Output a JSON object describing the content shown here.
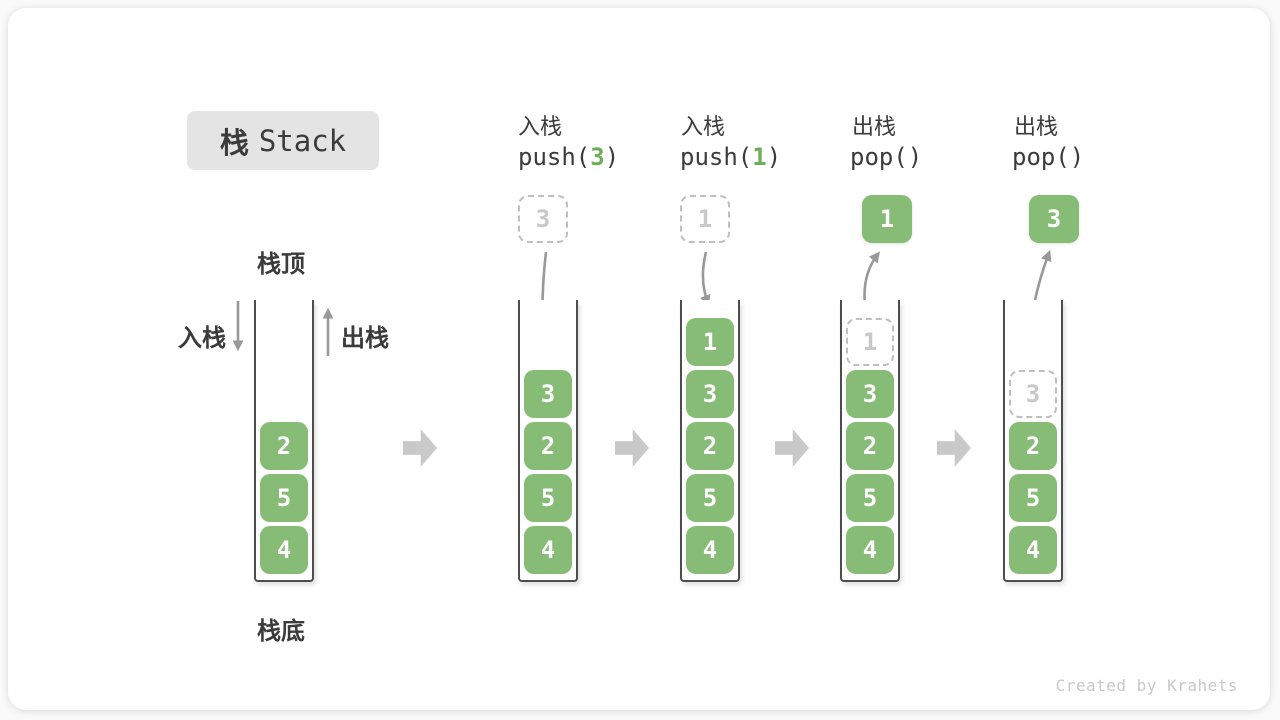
{
  "title": {
    "zh": "栈",
    "en": "Stack"
  },
  "side_labels": {
    "stack_top": "栈顶",
    "stack_bottom": "栈底",
    "push": "入栈",
    "pop": "出栈"
  },
  "colors": {
    "item_green": "#87bc77",
    "arg_green": "#6fae56",
    "arrow_gray": "#999999",
    "block_arrow_gray": "#c9c9c9",
    "ghost_gray": "#c8c8c8",
    "title_bg": "#e4e4e4",
    "text_dark": "#3b3b3b"
  },
  "columns": [
    {
      "id": "initial",
      "items": [
        "2",
        "5",
        "4"
      ]
    },
    {
      "id": "push-3",
      "op": "入栈",
      "code_prefix": "push(",
      "arg": "3",
      "code_suffix": ")",
      "floating": "3",
      "items": [
        "3",
        "2",
        "5",
        "4"
      ]
    },
    {
      "id": "push-1",
      "op": "入栈",
      "code_prefix": "push(",
      "arg": "1",
      "code_suffix": ")",
      "floating": "1",
      "items": [
        "1",
        "3",
        "2",
        "5",
        "4"
      ]
    },
    {
      "id": "pop-1",
      "op": "出栈",
      "code": "pop()",
      "floating": "1",
      "ghost": "1",
      "items": [
        "3",
        "2",
        "5",
        "4"
      ]
    },
    {
      "id": "pop-3",
      "op": "出栈",
      "code": "pop()",
      "floating": "3",
      "ghost": "3",
      "items": [
        "2",
        "5",
        "4"
      ]
    }
  ],
  "credit": "Created by Krahets"
}
